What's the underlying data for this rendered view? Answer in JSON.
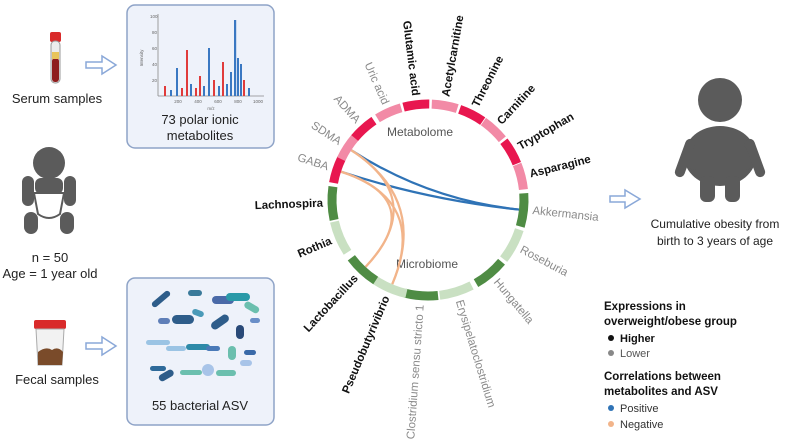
{
  "left": {
    "serum_label": "Serum samples",
    "infant_n": "n = 50",
    "infant_age": "Age = 1 year old",
    "fecal_label": "Fecal samples"
  },
  "spectrum": {
    "y_axis": "Intensity",
    "x_axis": "m/z",
    "y_ticks": [
      "100",
      "80",
      "60",
      "40",
      "20"
    ],
    "x_ticks": [
      "200",
      "400",
      "600",
      "800",
      "1000"
    ],
    "caption_line1": "73 polar ionic",
    "caption_line2": "metabolites"
  },
  "bacteria_box": {
    "caption": "55 bacterial ASV"
  },
  "circle": {
    "inner_top": "Metabolome",
    "inner_bottom": "Microbiome",
    "metabolites": [
      {
        "name": "Uric acid",
        "level": "lower"
      },
      {
        "name": "Glutamic acid",
        "level": "higher"
      },
      {
        "name": "Acetylcarnitine",
        "level": "higher"
      },
      {
        "name": "Threonine",
        "level": "higher"
      },
      {
        "name": "Carnitine",
        "level": "higher"
      },
      {
        "name": "Tryptophan",
        "level": "higher"
      },
      {
        "name": "Asparagine",
        "level": "higher"
      },
      {
        "name": "ADMA",
        "level": "lower"
      },
      {
        "name": "SDMA",
        "level": "lower"
      },
      {
        "name": "GABA",
        "level": "lower"
      }
    ],
    "taxa": [
      {
        "name": "Akkermansia",
        "level": "lower"
      },
      {
        "name": "Roseburia",
        "level": "lower"
      },
      {
        "name": "Hungatella",
        "level": "lower"
      },
      {
        "name": "Erysipelatoclostridium",
        "level": "lower"
      },
      {
        "name": "Clostridium sensu stricto 1",
        "level": "lower"
      },
      {
        "name": "Pseudobutyrivibrio",
        "level": "higher"
      },
      {
        "name": "Lactobacillus",
        "level": "higher"
      },
      {
        "name": "Rothia",
        "level": "higher"
      },
      {
        "name": "Lachnospira",
        "level": "higher"
      }
    ]
  },
  "outcome": {
    "line1": "Cumulative obesity from",
    "line2": "birth to 3 years of age"
  },
  "legend": {
    "expr_title_line1": "Expressions in",
    "expr_title_line2": "overweight/obese group",
    "higher": "Higher",
    "lower": "Lower",
    "corr_title_line1": "Correlations between",
    "corr_title_line2": "metabolites and ASV",
    "positive": "Positive",
    "negative": "Negative"
  },
  "colors": {
    "metabolome_strong": "#e8174f",
    "metabolome_light": "#f28aa6",
    "microbiome_strong": "#4f8c44",
    "microbiome_light": "#c9e0c2",
    "positive": "#2f73b6",
    "negative": "#f2b48a",
    "box_bg": "#eef2fa",
    "box_border": "#8ea3c7",
    "arrow": "#8aa8d8",
    "silhouette": "#5b5b5b"
  }
}
